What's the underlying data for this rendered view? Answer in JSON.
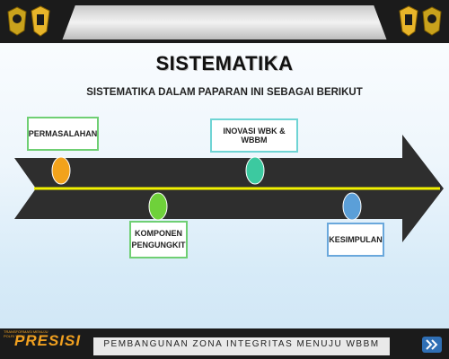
{
  "slide": {
    "title": "SISTEMATIKA",
    "subtitle": "SISTEMATIKA DALAM PAPARAN INI SEBAGAI BERIKUT"
  },
  "steps": [
    {
      "label": "PERMASALAHAN",
      "color": "#f2a21b"
    },
    {
      "label": "KOMPONEN PENGUNGKIT",
      "color": "#6fd13a"
    },
    {
      "label": "INOVASI WBK & WBBM",
      "color": "#3cc9a0"
    },
    {
      "label": "KESIMPULAN",
      "color": "#5b9fd8"
    }
  ],
  "footer": {
    "text": "PEMBANGUNAN ZONA INTEGRITAS MENUJU WBBM",
    "brand": "PRESISI",
    "tagline": "TRANSFORMASI MENUJU POLRI YANG"
  },
  "colors": {
    "arrow": "#2e2e2e",
    "line": "#f2f200",
    "bar": "#1b1b1b"
  }
}
